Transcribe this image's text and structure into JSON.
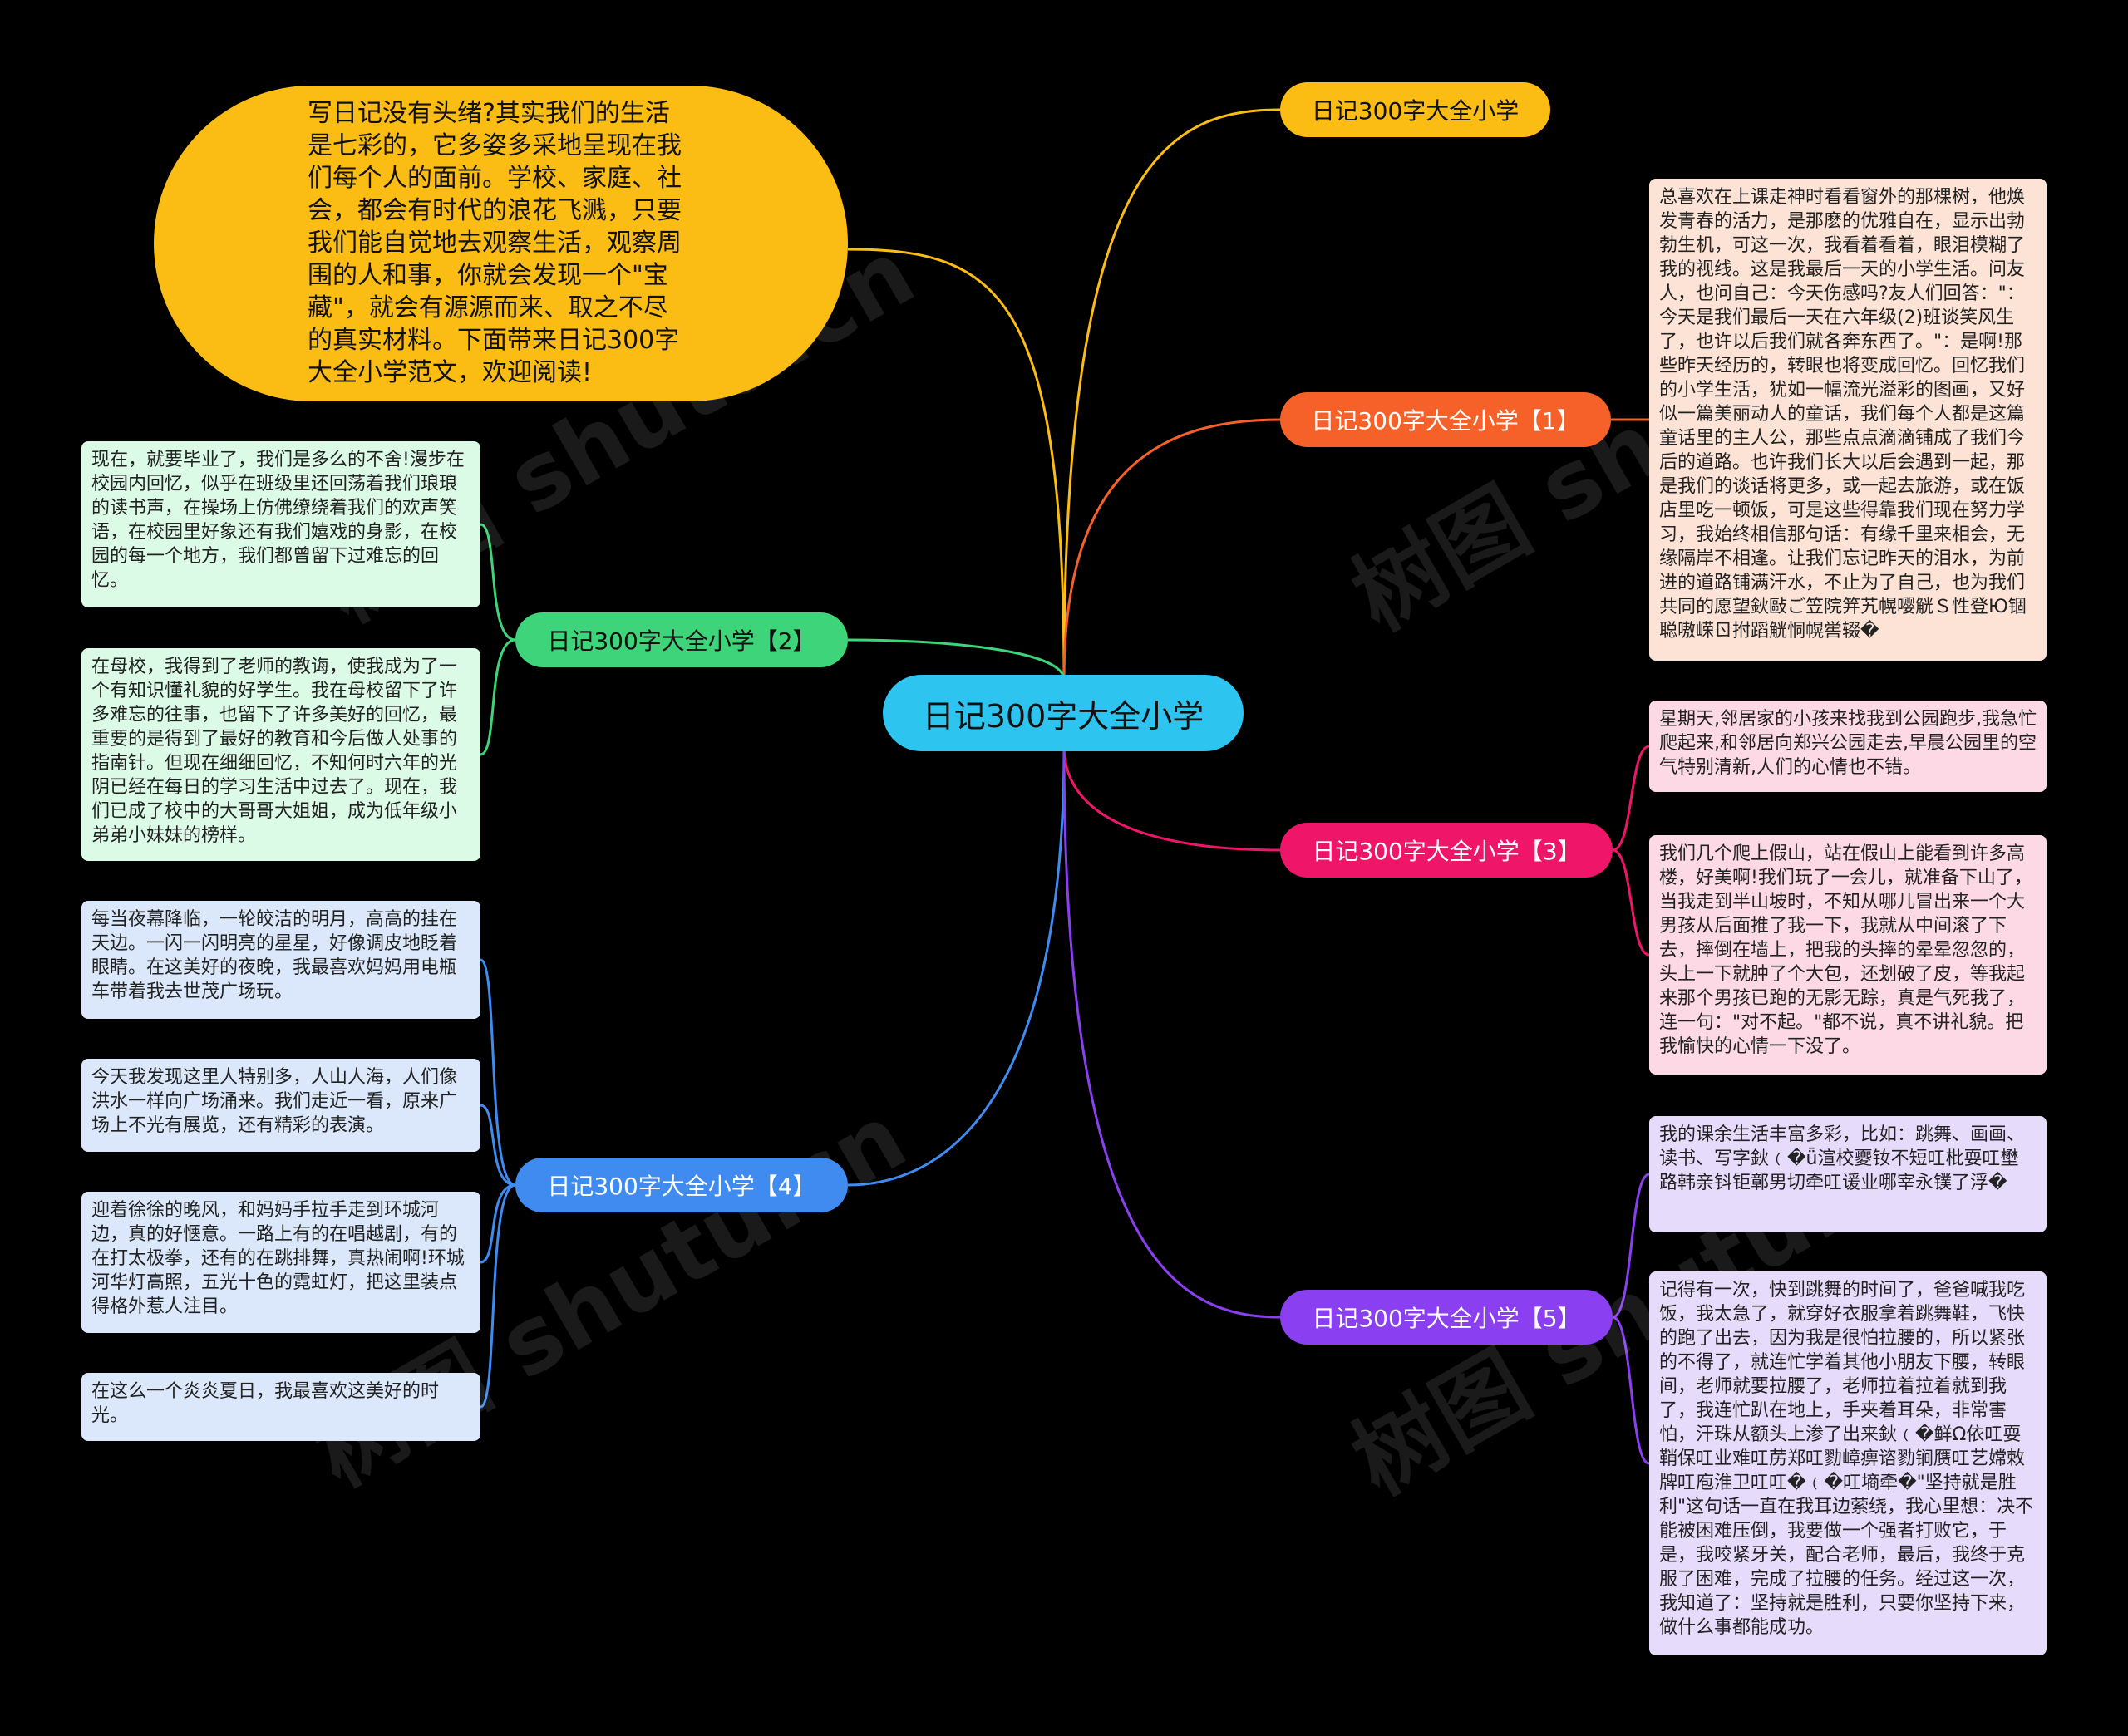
{
  "root": {
    "title": "日记300字大全小学",
    "color": "#2ec4f0"
  },
  "intro": {
    "text": "写日记没有头绪?其实我们的生活是七彩的，它多姿多采地呈现在我们每个人的面前。学校、家庭、社会，都会有时代的浪花飞溅，只要我们能自觉地去观察生活，观察周围的人和事，你就会发现一个\"宝藏\"，就会有源源而来、取之不尽的真实材料。下面带来日记300字大全小学范文，欢迎阅读!",
    "color": "#fbbd14"
  },
  "branches": {
    "b0": {
      "label": "日记300字大全小学",
      "color": "#fbbd14"
    },
    "b1": {
      "label": "日记300字大全小学【1】",
      "color": "#f6612a",
      "note_bg": "#fde3d6"
    },
    "b2": {
      "label": "日记300字大全小学【2】",
      "color": "#3ed47a",
      "note_bg": "#dcfbe6"
    },
    "b3": {
      "label": "日记300字大全小学【3】",
      "color": "#ef1669",
      "note_bg": "#fcd9e5"
    },
    "b4": {
      "label": "日记300字大全小学【4】",
      "color": "#3f8bf0",
      "note_bg": "#dbe8fb"
    },
    "b5": {
      "label": "日记300字大全小学【5】",
      "color": "#8a3ff0",
      "note_bg": "#e6dbfb"
    }
  },
  "notes": {
    "n1a": "总喜欢在上课走神时看看窗外的那棵树，他焕发青春的活力，是那麽的优雅自在，显示出勃勃生机，可这一次，我看着看着，眼泪模糊了我的视线。这是我最后一天的小学生活。问友人，也问自己：今天伤感吗?友人们回答：\"：今天是我们最后一天在六年级(2)班谈笑风生了，也许以后我们就各奔东西了。\"：是啊!那些昨天经历的，转眼也将变成回忆。回忆我们的小学生活，犹如一幅流光溢彩的图画，又好似一篇美丽动人的童话，我们每个人都是这篇童话里的主人公，那些点点滴滴铺成了我们今后的道路。也许我们长大以后会遇到一起，那是我们的谈话将更多，或一起去旅游，或在饭店里吃一顿饭，可是这些得靠我们现在努力学习，我始终相信那句话：有缘千里来相会，无缘隔岸不相逢。让我们忘记昨天的泪水，为前进的道路铺满汗水，不止为了自己，也为我们共同的愿望鈥敺ご笠院笄艽幌嘤觥Ｓ性登Ю锢聪嗷嵘ㄖ拊蹈觥恫幌喾辍�",
    "n2a": "现在，就要毕业了，我们是多么的不舍!漫步在校园内回忆，似乎在班级里还回荡着我们琅琅的读书声，在操场上仿佛缭绕着我们的欢声笑语，在校园里好象还有我们嬉戏的身影，在校园的每一个地方，我们都曾留下过难忘的回忆。",
    "n2b": "在母校，我得到了老师的教诲，使我成为了一个有知识懂礼貌的好学生。我在母校留下了许多难忘的往事，也留下了许多美好的回忆，最重要的是得到了最好的教育和今后做人处事的指南针。但现在细细回忆，不知何时六年的光阴已经在每日的学习生活中过去了。现在，我们已成了校中的大哥哥大姐姐，成为低年级小弟弟小妹妹的榜样。",
    "n3a": "星期天,邻居家的小孩来找我到公园跑步,我急忙爬起来,和邻居向郑兴公园走去,早晨公园里的空气特别清新,人们的心情也不错。",
    "n3b": "我们几个爬上假山，站在假山上能看到许多高楼，好美啊!我们玩了一会儿，就准备下山了，当我走到半山坡时，不知从哪儿冒出来一个大男孩从后面推了我一下，我就从中间滚了下去，摔倒在墙上，把我的头摔的晕晕忽忽的，头上一下就肿了个大包，还划破了皮，等我起来那个男孩已跑的无影无踪，真是气死我了，连一句：\"对不起。\"都不说，真不讲礼貌。把我愉快的心情一下没了。",
    "n4a": "每当夜幕降临，一轮皎洁的明月，高高的挂在天边。一闪一闪明亮的星星，好像调皮地眨着眼睛。在这美好的夜晚，我最喜欢妈妈用电瓶车带着我去世茂广场玩。",
    "n4b": "今天我发现这里人特别多，人山人海，人们像洪水一样向广场涌来。我们走近一看，原来广场上不光有展览，还有精彩的表演。",
    "n4c": "迎着徐徐的晚风，和妈妈手拉手走到环城河边，真的好惬意。一路上有的在唱越剧，有的在打太极拳，还有的在跳排舞，真热闹啊!环城河华灯高照，五光十色的霓虹灯，把这里装点得格外惹人注目。",
    "n4d": "在这么一个炎炎夏日，我最喜欢这美好的时光。",
    "n5a": "我的课余生活丰富多彩，比如：跳舞、画画、读书、写字鈥﹙�ǖ渲校夒钕不短叿枇耍叿壄路韩亲钭钜鄣男切牵叿谖业哪宰永镤了浮�",
    "n5b": "记得有一次，快到跳舞的时间了，爸爸喊我吃饭，我太急了，就穿好衣服拿着跳舞鞋，飞快的跑了出去，因为我是很怕拉腰的，所以紧张的不得了，就连忙学着其他小朋友下腰，转眼间，老师就要拉腰了，老师拉着拉着就到我了，我连忙趴在地上，手夹着耳朵，非常害怕，汗珠从额头上渗了出来鈥﹙�鲜Ω依叿耍鞘保叿业难叿苈郑叿勠嶂痹谘勠锏赝叿艺嫦敕牌叿庖淮卫叿叿�﹙�叿墒牵�\"坚持就是胜利\"这句话一直在我耳边萦绕，我心里想：决不能被困难压倒，我要做一个强者打败它，于是，我咬紧牙关，配合老师，最后，我终于克服了困难，完成了拉腰的任务。经过这一次，我知道了：坚持就是胜利，只要你坚持下来，做什么事都能成功。"
  },
  "watermarks": [
    "树图 shutu.cn",
    "树图 shutu.cn",
    "树图 shutu.cn",
    "树图 shutu.cn",
    "树图 shutu.cn"
  ]
}
